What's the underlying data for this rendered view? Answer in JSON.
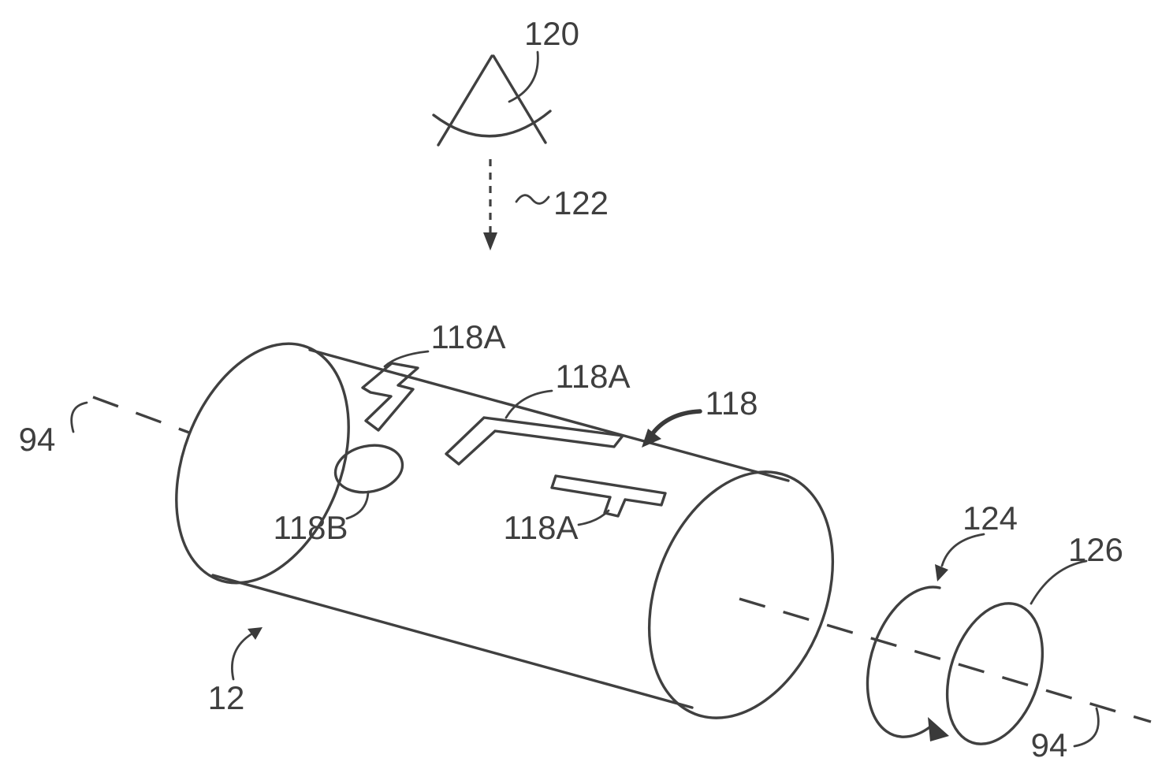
{
  "figure": {
    "labels": {
      "source": "120",
      "beam": "122",
      "slot_a_1": "118A",
      "slot_a_2": "118A",
      "slot_a_3": "118A",
      "slot_set": "118",
      "hole_b": "118B",
      "axis_left": "94",
      "axis_right": "94",
      "body": "12",
      "rotation_first": "124",
      "rotation_second": "126"
    },
    "colors": {
      "ink": "#404040",
      "background": "#ffffff"
    }
  }
}
